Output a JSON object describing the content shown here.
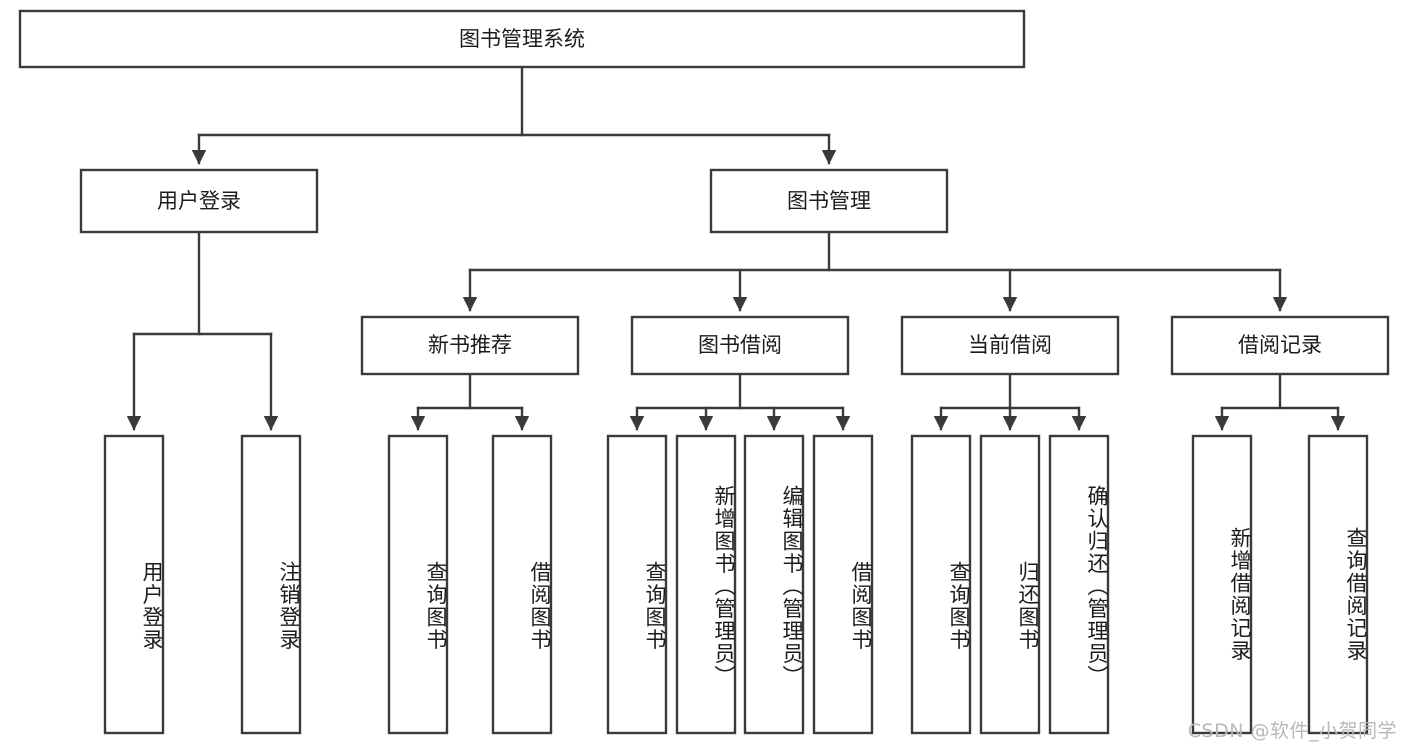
{
  "diagram": {
    "type": "tree-hierarchy-chart",
    "title": "图书管理系统",
    "orientation": "top-down",
    "box_fill": "#ffffff",
    "box_stroke": "#3a3a3a",
    "text_color": "#1c1c1c",
    "background": "#ffffff",
    "levels": [
      {
        "level": 1,
        "nodes": [
          {
            "id": "root",
            "label": "图书管理系统",
            "text_orientation": "horizontal"
          }
        ]
      },
      {
        "level": 2,
        "nodes": [
          {
            "id": "login",
            "label": "用户登录",
            "parent": "root",
            "text_orientation": "horizontal"
          },
          {
            "id": "bookmgmt",
            "label": "图书管理",
            "parent": "root",
            "text_orientation": "horizontal"
          }
        ]
      },
      {
        "level": 3,
        "nodes": [
          {
            "id": "newbook",
            "label": "新书推荐",
            "parent": "bookmgmt",
            "text_orientation": "horizontal"
          },
          {
            "id": "borrow",
            "label": "图书借阅",
            "parent": "bookmgmt",
            "text_orientation": "horizontal"
          },
          {
            "id": "current",
            "label": "当前借阅",
            "parent": "bookmgmt",
            "text_orientation": "horizontal"
          },
          {
            "id": "records",
            "label": "借阅记录",
            "parent": "bookmgmt",
            "text_orientation": "horizontal"
          }
        ]
      },
      {
        "level": 4,
        "nodes": [
          {
            "id": "leaf-1",
            "label": "用户登录",
            "parent": "login",
            "text_orientation": "vertical"
          },
          {
            "id": "leaf-2",
            "label": "注销登录",
            "parent": "login",
            "text_orientation": "vertical"
          },
          {
            "id": "leaf-3",
            "label": "查询图书",
            "parent": "newbook",
            "text_orientation": "vertical"
          },
          {
            "id": "leaf-4",
            "label": "借阅图书",
            "parent": "newbook",
            "text_orientation": "vertical"
          },
          {
            "id": "leaf-5",
            "label": "查询图书",
            "parent": "borrow",
            "text_orientation": "vertical"
          },
          {
            "id": "leaf-6",
            "label": "新增图书（管理员）",
            "parent": "borrow",
            "text_orientation": "vertical"
          },
          {
            "id": "leaf-7",
            "label": "编辑图书（管理员）",
            "parent": "borrow",
            "text_orientation": "vertical"
          },
          {
            "id": "leaf-8",
            "label": "借阅图书",
            "parent": "borrow",
            "text_orientation": "vertical"
          },
          {
            "id": "leaf-9",
            "label": "查询图书",
            "parent": "current",
            "text_orientation": "vertical"
          },
          {
            "id": "leaf-10",
            "label": "归还图书",
            "parent": "current",
            "text_orientation": "vertical"
          },
          {
            "id": "leaf-11",
            "label": "确认归还（管理员）",
            "parent": "current",
            "text_orientation": "vertical"
          },
          {
            "id": "leaf-12",
            "label": "新增借阅记录",
            "parent": "records",
            "text_orientation": "vertical"
          },
          {
            "id": "leaf-13",
            "label": "查询借阅记录",
            "parent": "records",
            "text_orientation": "vertical"
          }
        ]
      }
    ]
  },
  "watermark": {
    "text": "CSDN @软件_小贺同学",
    "color": "#b8b8b8"
  }
}
